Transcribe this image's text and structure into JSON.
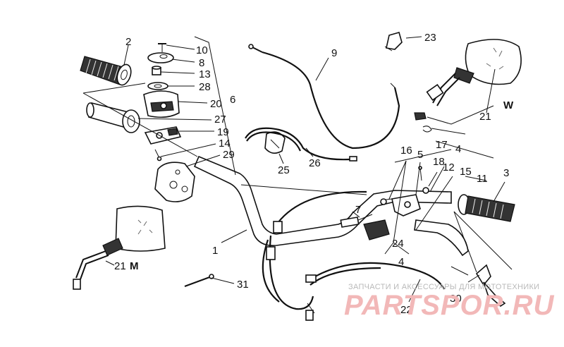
{
  "diagram": {
    "labels": {
      "p1": "1",
      "p2": "2",
      "p3": "3",
      "p4a": "4",
      "p4b": "4",
      "p5": "5",
      "p6": "6",
      "p7": "7",
      "p8": "8",
      "p9": "9",
      "p10": "10",
      "p11": "11",
      "p12": "12",
      "p13": "13",
      "p14": "14",
      "p15": "15",
      "p16": "16",
      "p17": "17",
      "p18": "18",
      "p19": "19",
      "p20": "20",
      "p21a": "21",
      "p21b": "21",
      "p22": "22",
      "p23": "23",
      "p24": "24",
      "p25": "25",
      "p26": "26",
      "p27": "27",
      "p28": "28",
      "p29": "29",
      "p30": "30",
      "p31": "31",
      "mark_w": "W",
      "mark_m": "M"
    },
    "watermark": {
      "tagline": "ЗАПЧАСТИ И АКСЕССУАРЫ ДЛЯ МОТОТЕХНИКИ",
      "brand": "PARTSPOR.RU"
    }
  }
}
